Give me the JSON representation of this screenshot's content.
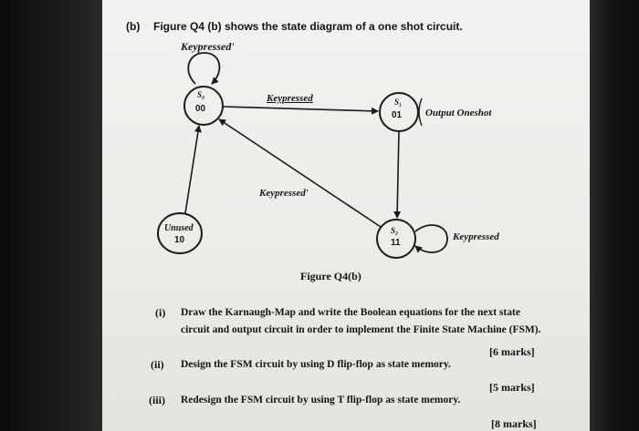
{
  "question": {
    "part_label": "(b)",
    "intro": "Figure Q4 (b) shows the state diagram of a one shot circuit."
  },
  "diagram": {
    "states": [
      {
        "id": "s0",
        "name": "S₀",
        "code": "00"
      },
      {
        "id": "s1",
        "name": "S₁",
        "code": "01"
      },
      {
        "id": "s2",
        "name": "S₂",
        "code": "11"
      },
      {
        "id": "unused",
        "name": "Unused",
        "code": "10"
      }
    ],
    "transitions": {
      "s0_self": "Keypressed'",
      "s0_to_s1": "Keypressed",
      "s2_to_s0": "Keypressed'",
      "s2_self": "Keypressed"
    },
    "output_label": "Output Oneshot",
    "caption": "Figure Q4(b)"
  },
  "tasks": [
    {
      "num": "(i)",
      "line1": "Draw the Karnaugh-Map and write the Boolean equations for the next state",
      "line2": "circuit and output circuit in order to implement the Finite State Machine (FSM).",
      "marks": "[6 marks]"
    },
    {
      "num": "(ii)",
      "line1": "Design the FSM circuit by using D flip-flop as state memory.",
      "marks": "[5 marks]"
    },
    {
      "num": "(iii)",
      "line1": "Redesign the FSM circuit by using T flip-flop as state memory.",
      "marks": "[8 marks]"
    }
  ]
}
